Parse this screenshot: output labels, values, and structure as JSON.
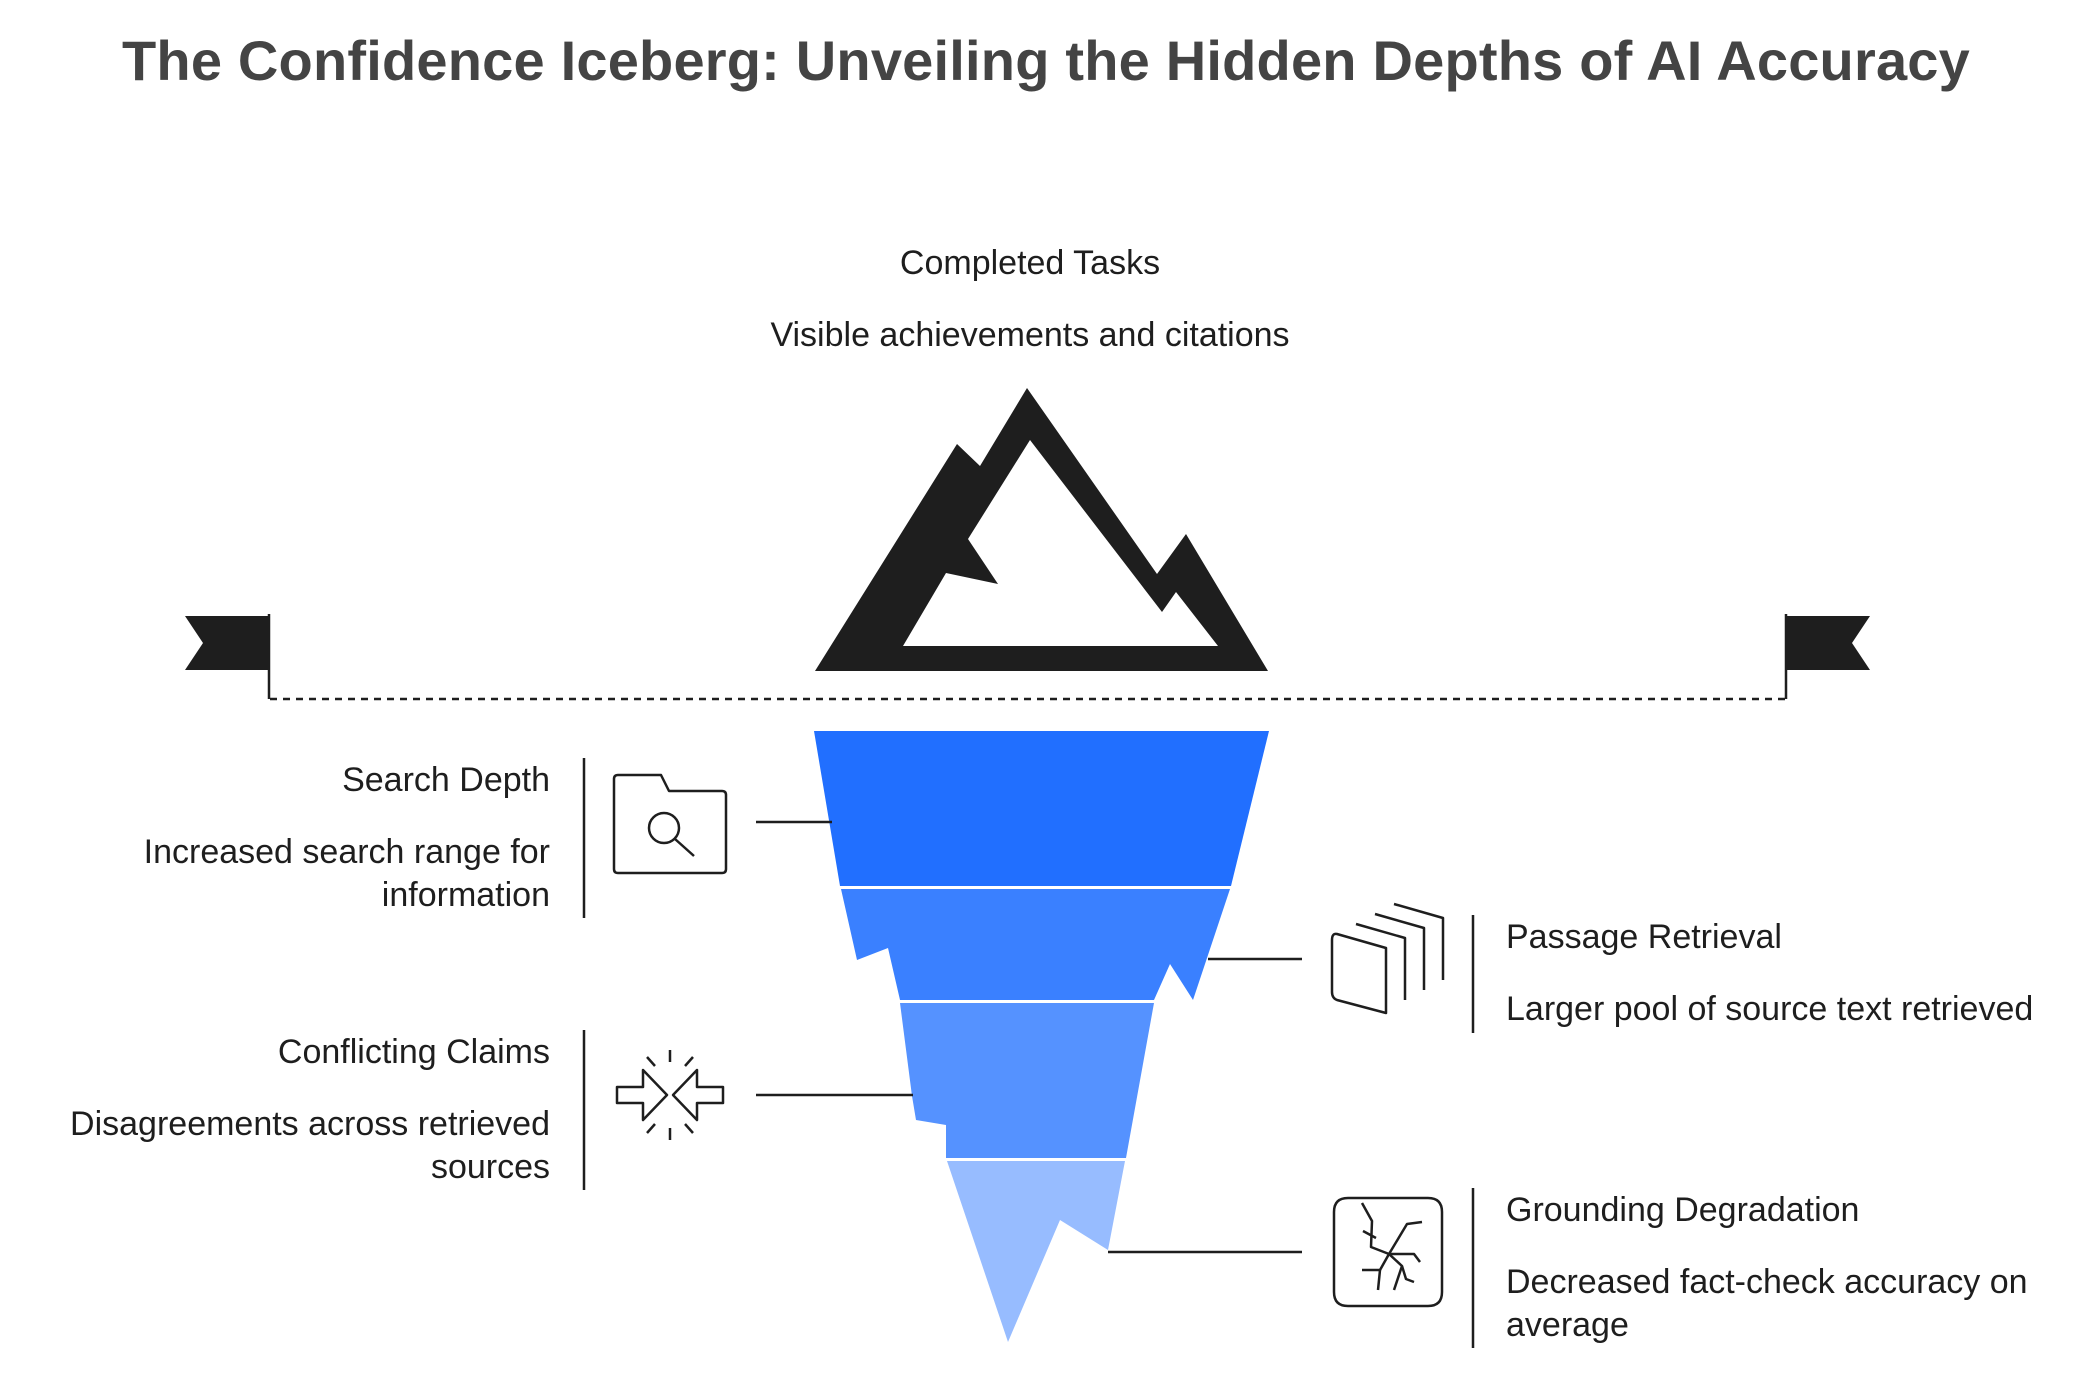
{
  "title": "The Confidence Iceberg: Unveiling the Hidden Depths of AI Accuracy",
  "tip": {
    "heading": "Completed Tasks",
    "description": "Visible achievements and citations",
    "icon": "mountain-peak-icon"
  },
  "layers": [
    {
      "heading": "Search Depth",
      "description": "Increased search range for information",
      "side": "left",
      "icon": "folder-search-icon",
      "color": "#216FFF"
    },
    {
      "heading": "Passage Retrieval",
      "description": "Larger pool of source text retrieved",
      "side": "right",
      "icon": "stacked-pages-icon",
      "color": "#3A80FF"
    },
    {
      "heading": "Conflicting Claims",
      "description": "Disagreements across retrieved sources",
      "side": "left",
      "icon": "converging-arrows-icon",
      "color": "#5592FF"
    },
    {
      "heading": "Grounding Degradation",
      "description": "Decreased fact-check accuracy on average",
      "side": "right",
      "icon": "cracked-tile-icon",
      "color": "#97BCFF"
    }
  ],
  "colors": {
    "title": "#444444",
    "text": "#1E1E1E",
    "peak": "#1E1E1E",
    "layer1": "#216FFF",
    "layer2": "#3A80FF",
    "layer3": "#5592FF",
    "layer4": "#97BCFF"
  }
}
